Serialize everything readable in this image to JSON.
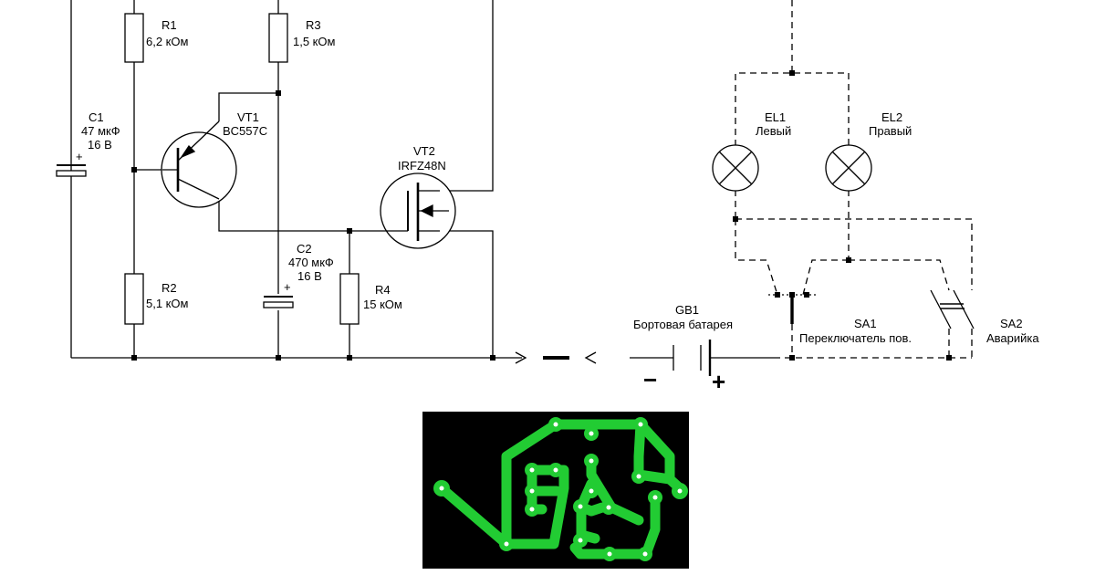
{
  "components": {
    "r1": {
      "ref": "R1",
      "value": "6,2 кОм"
    },
    "r2": {
      "ref": "R2",
      "value": "5,1 кОм"
    },
    "r3": {
      "ref": "R3",
      "value": "1,5 кОм"
    },
    "r4": {
      "ref": "R4",
      "value": "15 кОм"
    },
    "c1": {
      "ref": "C1",
      "value": "47 мкФ",
      "voltage": "16 В",
      "polarity": "+"
    },
    "c2": {
      "ref": "C2",
      "value": "470 мкФ",
      "voltage": "16 В",
      "polarity": "+"
    },
    "vt1": {
      "ref": "VT1",
      "part": "BC557C"
    },
    "vt2": {
      "ref": "VT2",
      "part": "IRFZ48N"
    },
    "gb1": {
      "ref": "GB1",
      "name": "Бортовая батарея",
      "minus": "−",
      "plus": "+"
    },
    "el1": {
      "ref": "EL1",
      "name": "Левый"
    },
    "el2": {
      "ref": "EL2",
      "name": "Правый"
    },
    "sa1": {
      "ref": "SA1",
      "name": "Переключатель пов."
    },
    "sa2": {
      "ref": "SA2",
      "name": "Аварийка"
    }
  },
  "ground_symbol": "−",
  "colors": {
    "line": "#000000",
    "pcb_background": "#000000",
    "pcb_trace": "#22cc33",
    "pcb_pad_hole": "#ffffff"
  }
}
